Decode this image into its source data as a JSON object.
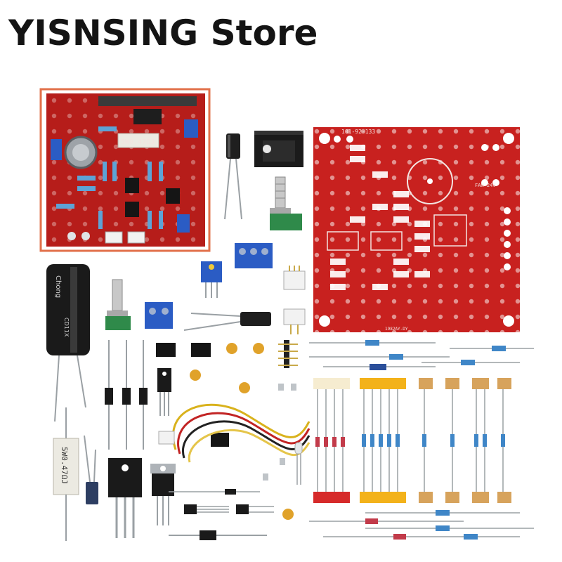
{
  "store": {
    "title": "YISNSING Store"
  },
  "labels": {
    "board_id": "101-92-133",
    "fan_label": "FAN 24V",
    "date_code": "1982AY-DY",
    "resistor_text": "5W0.47ΩJ",
    "cap_brand": "Chong",
    "cap_series": "CD11X"
  },
  "colors": {
    "pcb_red": "#c8211f",
    "highlight_orange": "#e2704a",
    "potentiometer_blue": "#2b5cc4",
    "tape_yellow": "#f3b21a",
    "tape_tan": "#d7a35c",
    "tape_red": "#d62a2a",
    "tape_cream": "#f6ecd0"
  },
  "icons": [
    "photo-assembled-board",
    "bare-pcb",
    "electrolytic-capacitor",
    "potentiometer",
    "terminal-block",
    "trimmer",
    "resistor",
    "diode",
    "transistor",
    "ic-chip",
    "connector",
    "wire-harness",
    "led"
  ]
}
